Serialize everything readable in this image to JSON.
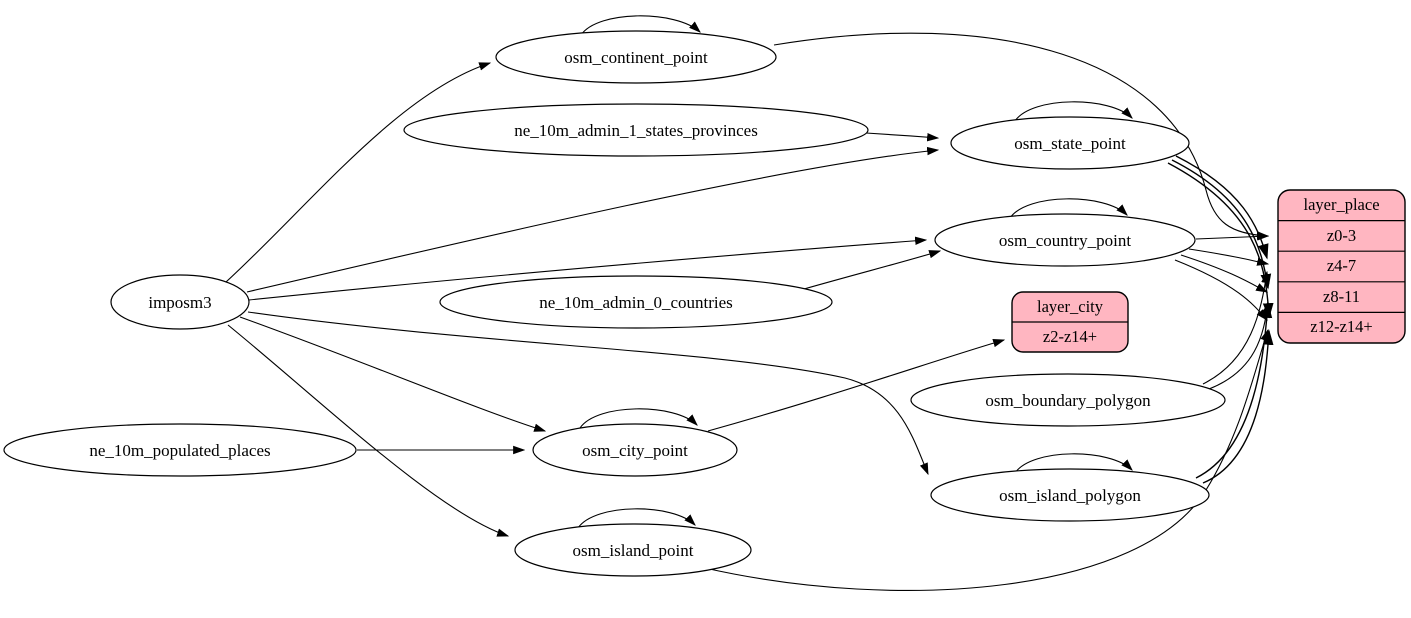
{
  "colors": {
    "background": "#ffffff",
    "node_fill": "#ffffff",
    "record_fill": "#ffb6c1",
    "stroke": "#000000"
  },
  "nodes": {
    "imposm3": {
      "label": "imposm3",
      "shape": "ellipse"
    },
    "ne_10m_populated_places": {
      "label": "ne_10m_populated_places",
      "shape": "ellipse"
    },
    "osm_continent_point": {
      "label": "osm_continent_point",
      "shape": "ellipse",
      "self_loop": true
    },
    "ne_10m_admin_1_states_provinces": {
      "label": "ne_10m_admin_1_states_provinces",
      "shape": "ellipse"
    },
    "ne_10m_admin_0_countries": {
      "label": "ne_10m_admin_0_countries",
      "shape": "ellipse"
    },
    "osm_state_point": {
      "label": "osm_state_point",
      "shape": "ellipse",
      "self_loop": true
    },
    "osm_country_point": {
      "label": "osm_country_point",
      "shape": "ellipse",
      "self_loop": true
    },
    "osm_city_point": {
      "label": "osm_city_point",
      "shape": "ellipse",
      "self_loop": true
    },
    "osm_island_point": {
      "label": "osm_island_point",
      "shape": "ellipse",
      "self_loop": true
    },
    "osm_island_polygon": {
      "label": "osm_island_polygon",
      "shape": "ellipse",
      "self_loop": true
    },
    "osm_boundary_polygon": {
      "label": "osm_boundary_polygon",
      "shape": "ellipse"
    }
  },
  "records": {
    "layer_city": {
      "title": "layer_city",
      "rows": [
        "z2-z14+"
      ]
    },
    "layer_place": {
      "title": "layer_place",
      "rows": [
        "z0-3",
        "z4-7",
        "z8-11",
        "z12-z14+"
      ]
    }
  },
  "edges": [
    {
      "from": "imposm3",
      "to": "osm_continent_point"
    },
    {
      "from": "imposm3",
      "to": "osm_state_point"
    },
    {
      "from": "imposm3",
      "to": "osm_country_point"
    },
    {
      "from": "imposm3",
      "to": "osm_city_point"
    },
    {
      "from": "imposm3",
      "to": "osm_island_point"
    },
    {
      "from": "imposm3",
      "to": "osm_island_polygon"
    },
    {
      "from": "ne_10m_admin_1_states_provinces",
      "to": "osm_state_point"
    },
    {
      "from": "ne_10m_admin_0_countries",
      "to": "osm_country_point"
    },
    {
      "from": "ne_10m_populated_places",
      "to": "osm_city_point"
    },
    {
      "from": "osm_continent_point",
      "to": "osm_continent_point"
    },
    {
      "from": "osm_state_point",
      "to": "osm_state_point"
    },
    {
      "from": "osm_country_point",
      "to": "osm_country_point"
    },
    {
      "from": "osm_city_point",
      "to": "osm_city_point"
    },
    {
      "from": "osm_island_point",
      "to": "osm_island_point"
    },
    {
      "from": "osm_island_polygon",
      "to": "osm_island_polygon"
    },
    {
      "from": "osm_continent_point",
      "to": "layer_place:z0-3"
    },
    {
      "from": "osm_country_point",
      "to": "layer_place:z0-3"
    },
    {
      "from": "osm_country_point",
      "to": "layer_place:z4-7"
    },
    {
      "from": "osm_country_point",
      "to": "layer_place:z8-11"
    },
    {
      "from": "osm_country_point",
      "to": "layer_place:z12-z14+"
    },
    {
      "from": "osm_state_point",
      "to": "layer_place:z4-7"
    },
    {
      "from": "osm_state_point",
      "to": "layer_place:z8-11"
    },
    {
      "from": "osm_state_point",
      "to": "layer_place:z12-z14+"
    },
    {
      "from": "osm_boundary_polygon",
      "to": "layer_place:z4-7"
    },
    {
      "from": "osm_boundary_polygon",
      "to": "layer_place:z8-11"
    },
    {
      "from": "osm_island_polygon",
      "to": "layer_place:z8-11"
    },
    {
      "from": "osm_island_polygon",
      "to": "layer_place:z12-z14+"
    },
    {
      "from": "osm_island_point",
      "to": "layer_place:z12-z14+"
    },
    {
      "from": "osm_city_point",
      "to": "layer_city:z2-z14+"
    }
  ]
}
